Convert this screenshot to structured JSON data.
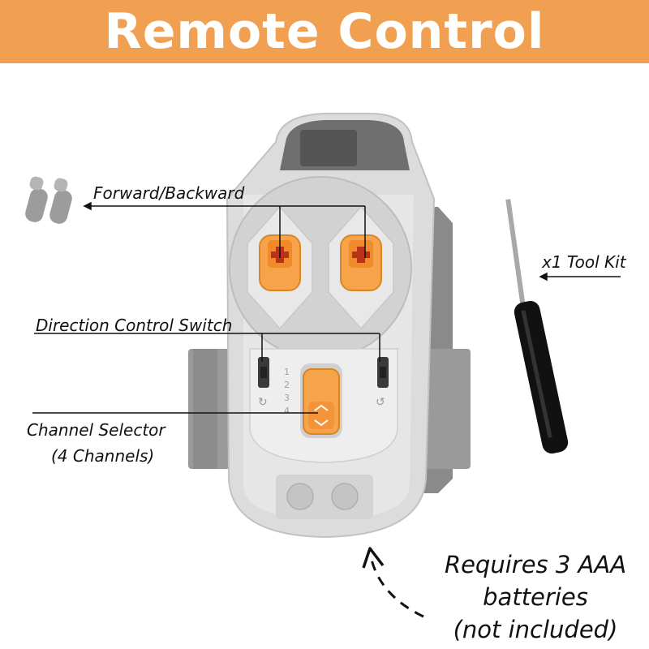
{
  "header": {
    "title": "Remote Control"
  },
  "labels": {
    "forward_backward": "Forward/Backward",
    "direction_switch": "Direction Control Switch",
    "channel_selector_line1": "Channel Selector",
    "channel_selector_line2": "(4 Channels)",
    "tool_kit": "x1 Tool Kit"
  },
  "battery_note": {
    "line1": "Requires 3 AAA",
    "line2": "batteries",
    "line3": "(not included)"
  },
  "channel_numbers": [
    "1",
    "2",
    "3",
    "4"
  ],
  "colors": {
    "banner": "#f0a050",
    "remote_body": "#d9d9d9",
    "remote_dark": "#6b6b6b",
    "button_orange": "#f7a34a"
  }
}
